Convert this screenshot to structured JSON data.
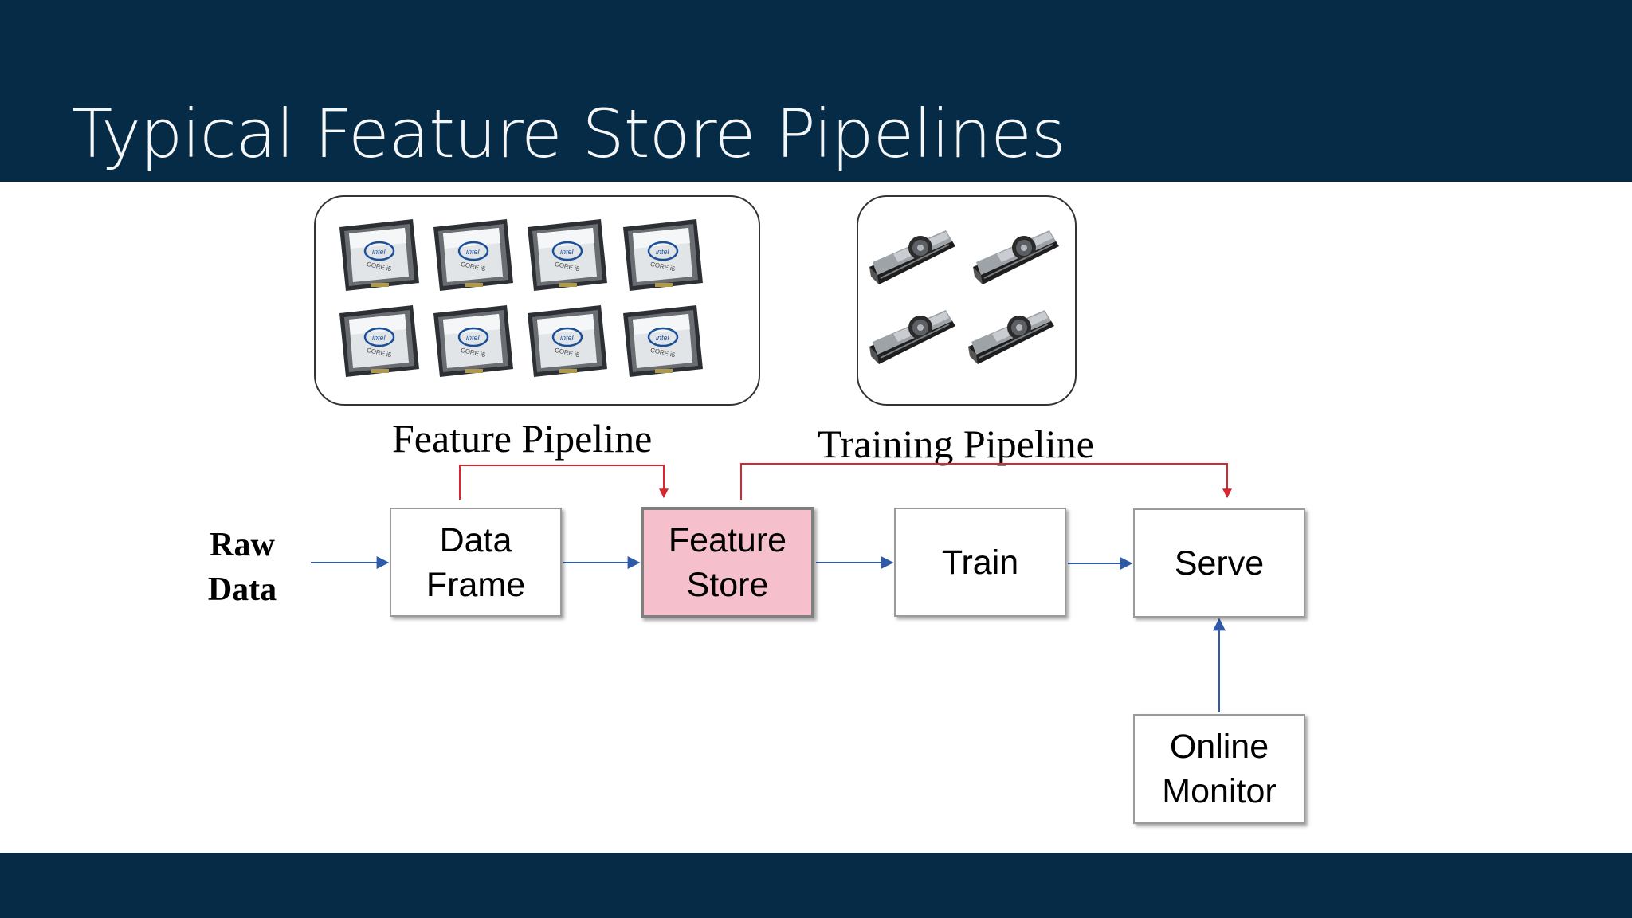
{
  "slide": {
    "title": "Typical Feature Store Pipelines",
    "colors": {
      "header": "#052b46",
      "title_text": "#f4f6f8",
      "highlight": "#f6bfcc",
      "flow_arrow": "#2e5aa8",
      "pipeline_arrow": "#d9252f"
    }
  },
  "diagram": {
    "labels": {
      "feature_pipeline": "Feature Pipeline",
      "training_pipeline": "Training Pipeline"
    },
    "nodes": {
      "raw_data": "Raw\nData",
      "data_frame": "Data\nFrame",
      "feature_store": "Feature\nStore",
      "train": "Train",
      "serve": "Serve",
      "online_monitor": "Online\nMonitor"
    },
    "hardware": {
      "cpu_icon": "cpu-chip-icon",
      "cpu_count": 8,
      "gpu_icon": "graphics-card-icon",
      "gpu_count": 4
    },
    "edges": [
      {
        "from": "raw_data",
        "to": "data_frame"
      },
      {
        "from": "data_frame",
        "to": "feature_store"
      },
      {
        "from": "feature_store",
        "to": "train"
      },
      {
        "from": "train",
        "to": "serve"
      },
      {
        "from": "online_monitor",
        "to": "serve"
      }
    ]
  }
}
